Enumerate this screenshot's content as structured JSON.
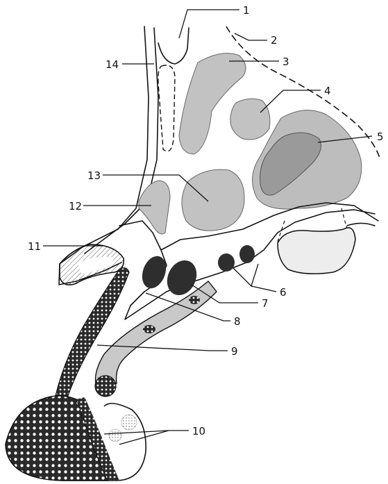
{
  "figure": {
    "callouts": [
      "1",
      "2",
      "3",
      "4",
      "5",
      "6",
      "7",
      "8",
      "9",
      "10",
      "11",
      "12",
      "13",
      "14"
    ]
  },
  "colors": {
    "ink": "#111111",
    "light_region": "#bdbdbd",
    "mid_region": "#9a9a9a",
    "dark_spot": "#2e2e2e",
    "paper": "#ffffff"
  }
}
